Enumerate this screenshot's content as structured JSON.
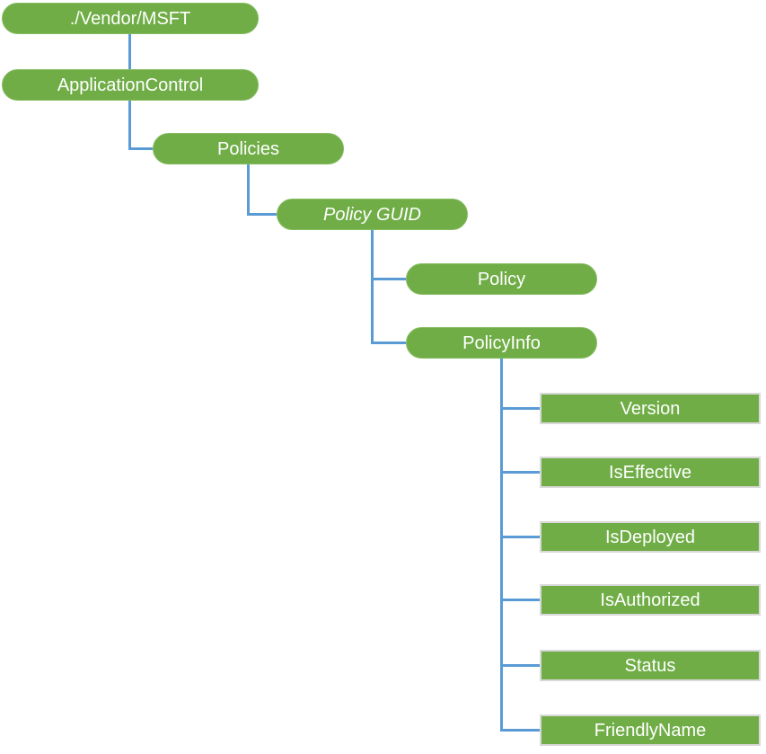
{
  "diagram": {
    "type": "tree",
    "description_visible_nodes_only": true,
    "colors": {
      "node_fill": "#70AD47",
      "node_pill_border": "#85BC60",
      "leaf_border": "#D9D9D9",
      "connector": "#5B9BD5",
      "text": "#ffffff",
      "background": "#ffffff"
    },
    "tree": {
      "root": {
        "label": "./Vendor/MSFT"
      },
      "application_control": {
        "label": "ApplicationControl"
      },
      "policies": {
        "label": "Policies"
      },
      "policy_guid": {
        "label": "Policy GUID",
        "style": "italic"
      },
      "policy": {
        "label": "Policy"
      },
      "policy_info": {
        "label": "PolicyInfo"
      },
      "leaves": [
        {
          "label": "Version"
        },
        {
          "label": "IsEffective"
        },
        {
          "label": "IsDeployed"
        },
        {
          "label": "IsAuthorized"
        },
        {
          "label": "Status"
        },
        {
          "label": "FriendlyName"
        }
      ]
    }
  }
}
